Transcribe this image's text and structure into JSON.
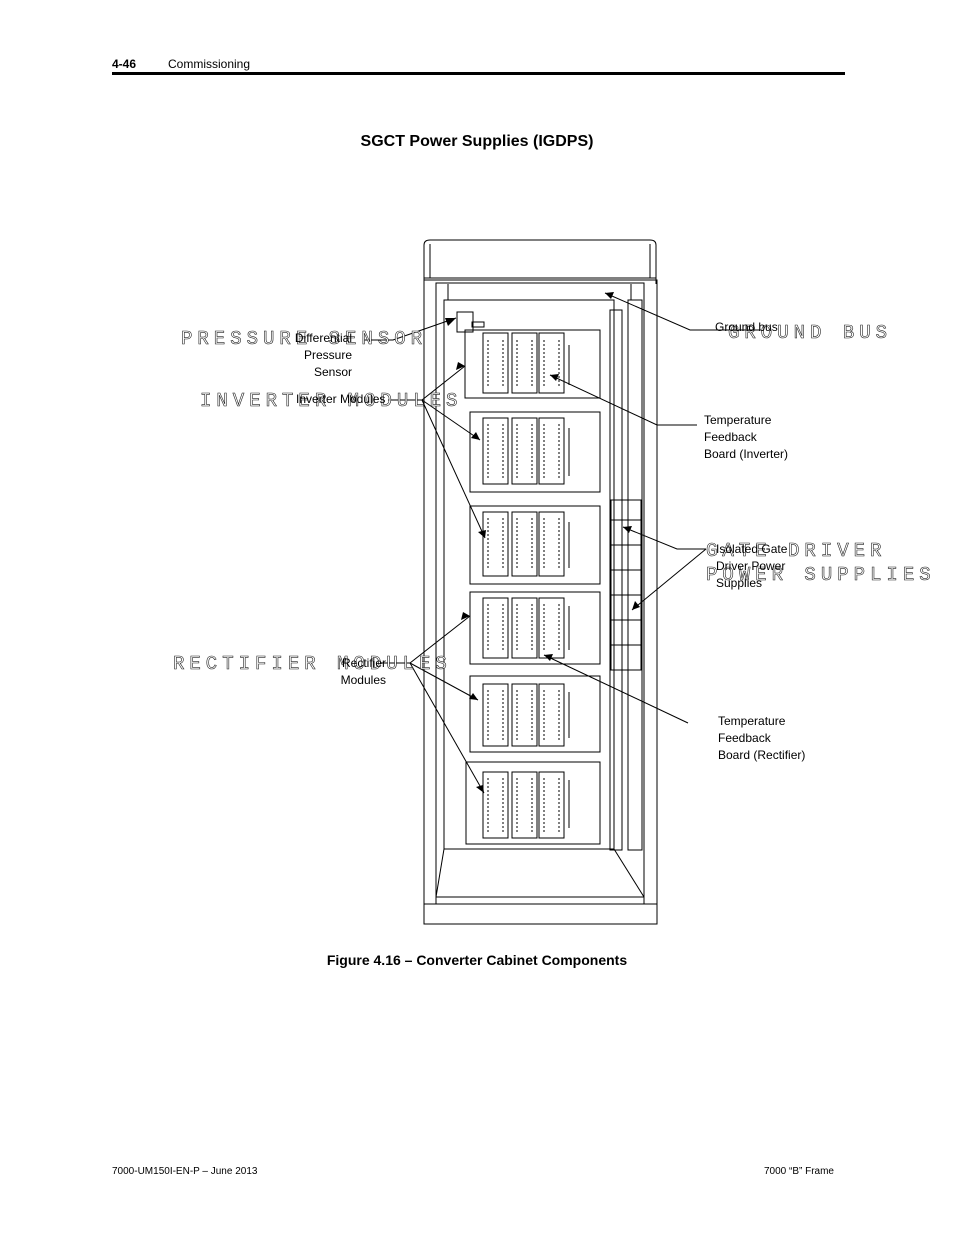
{
  "header": {
    "page_number": "4-46",
    "section": "Commissioning"
  },
  "section_title": "SGCT Power Supplies (IGDPS)",
  "figure": {
    "caption": "Figure 4.16 – Converter Cabinet Components",
    "ghost_labels": {
      "pressure_sensor": "PRESSURE SENSOR",
      "inverter_modules": "INVERTER MODULES",
      "rectifier_modules": "RECTIFIER MODULES",
      "ground_bus": "GROUND BUS",
      "gate_driver_1": "GATE DRIVER",
      "gate_driver_2": "POWER SUPPLIES"
    },
    "labels": {
      "differential_1": "Differential",
      "differential_2": "Pressure",
      "differential_3": "Sensor",
      "inverter_modules": "Inverter Modules",
      "rectifier_1": "Rectifier",
      "rectifier_2": "Modules",
      "ground_bus": "Ground bus",
      "temp_inv_1": "Temperature",
      "temp_inv_2": "Feedback",
      "temp_inv_3": "Board  (Inverter)",
      "igdps_1": "Isolated Gate",
      "igdps_2": "Driver Power",
      "igdps_3": "Supplies",
      "temp_rect_1": "Temperature",
      "temp_rect_2": "Feedback",
      "temp_rect_3": "Board  (Rectifier)"
    }
  },
  "footer": {
    "left": "7000-UM150I-EN-P – June 2013",
    "right": "7000 “B” Frame"
  }
}
